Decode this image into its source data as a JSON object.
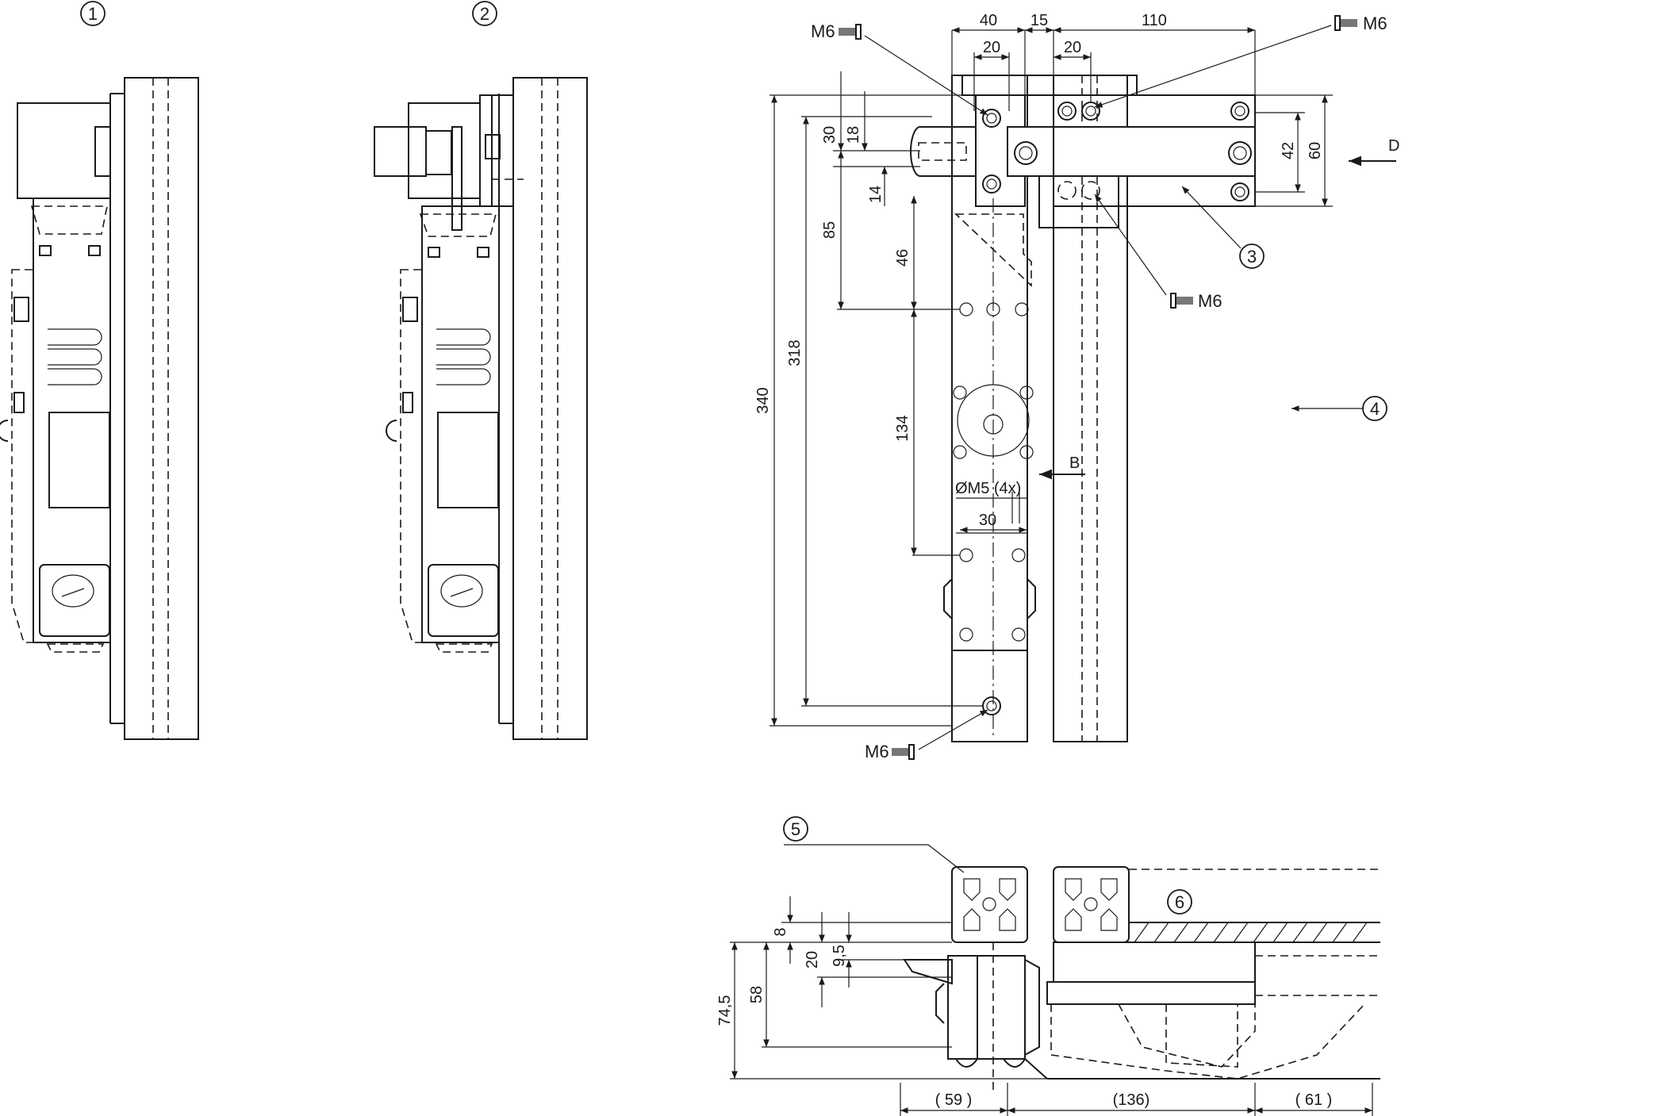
{
  "callouts": [
    "1",
    "2",
    "3",
    "4",
    "5",
    "6"
  ],
  "screws": {
    "m6": "M6"
  },
  "arrows": {
    "d": "D",
    "b": "B"
  },
  "dims_top": {
    "d40": "40",
    "d15": "15",
    "d110": "110",
    "d20a": "20",
    "d20b": "20"
  },
  "dims_left": {
    "d30": "30",
    "d18": "18",
    "d14": "14",
    "d85": "85",
    "d46": "46",
    "d134": "134",
    "d318": "318",
    "d340": "340"
  },
  "dims_right": {
    "d42": "42",
    "d60": "60"
  },
  "hole_note": "ØM5 (4x)",
  "dim_hole_spacing": "30",
  "dims_bottom_left": {
    "d8": "8",
    "d20": "20",
    "d95": "9,5",
    "d58": "58",
    "d745": "74,5"
  },
  "dims_bottom_row": {
    "d59": "( 59 )",
    "d136": "(136)",
    "d61": "( 61 )"
  }
}
